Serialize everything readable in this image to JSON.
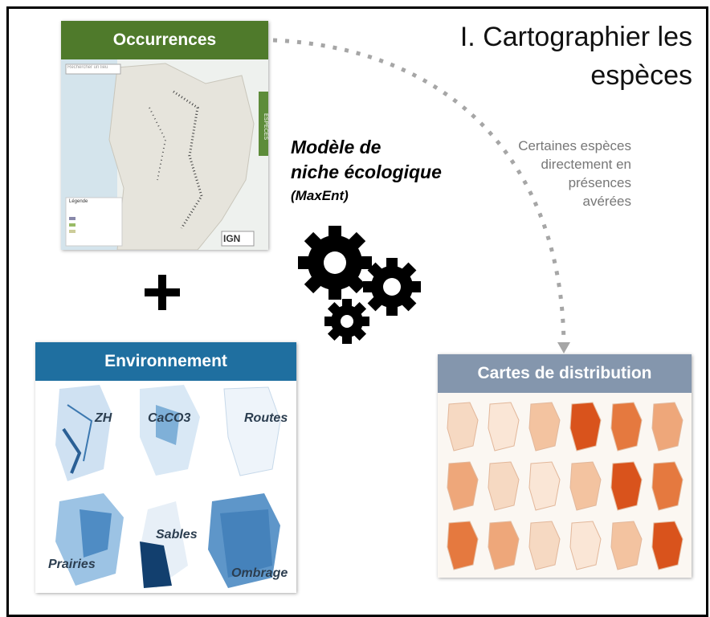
{
  "title": "I. Cartographier les espèces",
  "occurrences": {
    "label": "Occurrences",
    "search_placeholder": "Rechercher un lieu",
    "legend_title": "Légende",
    "side_tab": "ESPÈCES",
    "logo": "IGN"
  },
  "environment": {
    "label": "Environnement",
    "layers": [
      "ZH",
      "CaCO3",
      "Routes",
      "Prairies",
      "Sables",
      "Ombrage"
    ]
  },
  "distribution": {
    "label": "Cartes de distribution"
  },
  "model": {
    "line1": "Modèle de",
    "line2": "niche écologique",
    "line3": "(MaxEnt)"
  },
  "note": {
    "lines": [
      "Certaines espèces",
      "directement en",
      "présences",
      "avérées"
    ]
  },
  "colors": {
    "occurrences": "#4f7a2b",
    "environment": "#1f6fa0",
    "distribution": "#8496ad",
    "connector": "#a6a6a6"
  }
}
